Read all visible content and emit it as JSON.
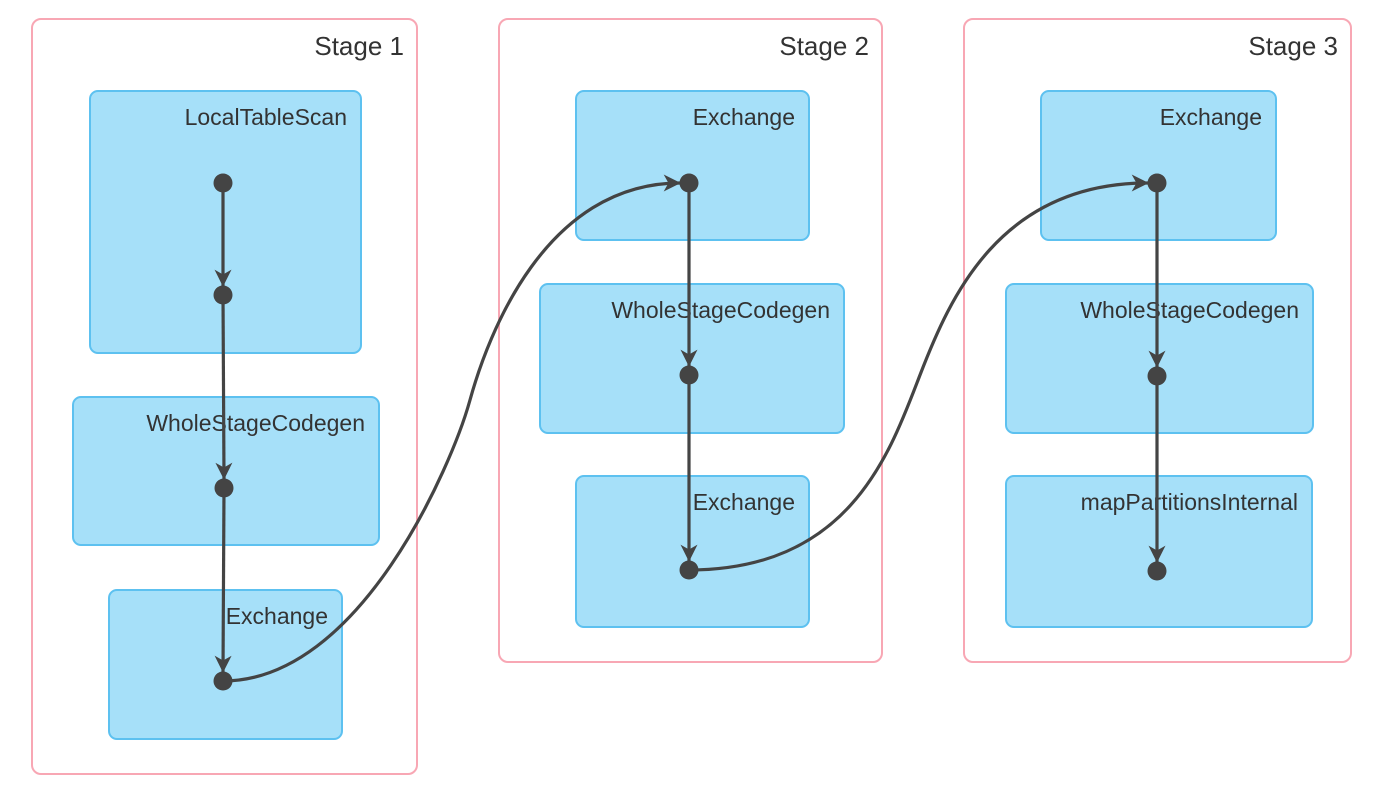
{
  "colors": {
    "background": "#ffffff",
    "stage-border": "#f8a7b4",
    "node-fill": "#a6e0f9",
    "node-border": "#5dc1f0",
    "edge": "#444444",
    "text": "#333333"
  },
  "stages": [
    {
      "label": "Stage 1",
      "nodes": [
        {
          "label": "LocalTableScan"
        },
        {
          "label": "WholeStageCodegen"
        },
        {
          "label": "Exchange"
        }
      ]
    },
    {
      "label": "Stage 2",
      "nodes": [
        {
          "label": "Exchange"
        },
        {
          "label": "WholeStageCodegen"
        },
        {
          "label": "Exchange"
        }
      ]
    },
    {
      "label": "Stage 3",
      "nodes": [
        {
          "label": "Exchange"
        },
        {
          "label": "WholeStageCodegen"
        },
        {
          "label": "mapPartitionsInternal"
        }
      ]
    }
  ]
}
